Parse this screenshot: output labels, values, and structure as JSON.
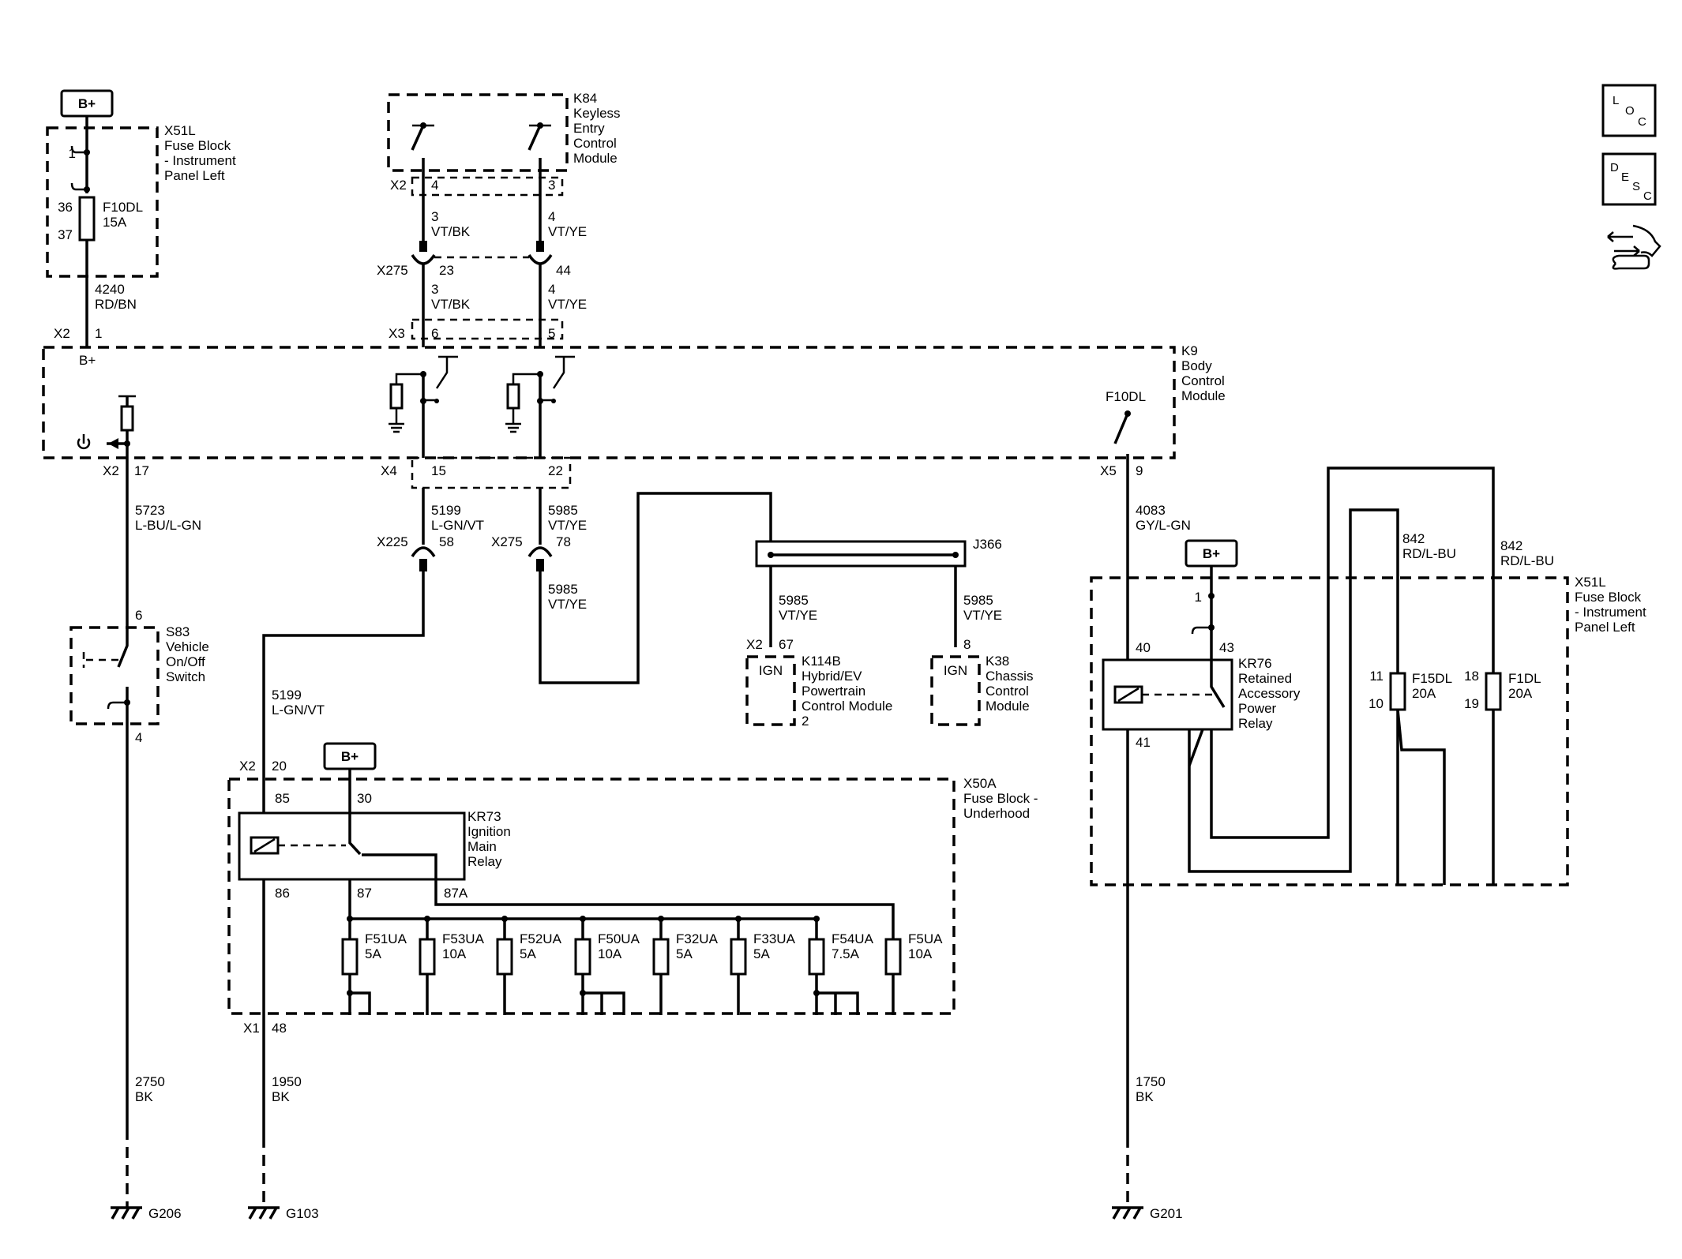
{
  "batt_label": "B+",
  "f10dl_label": "F10DL",
  "ground_label_206": "G206",
  "ground_label_103": "G103",
  "ground_label_201": "G201",
  "components": {
    "x51l_top": [
      "X51L",
      "Fuse Block",
      "- Instrument",
      "Panel Left"
    ],
    "x51l_right": [
      "X51L",
      "Fuse Block",
      "- Instrument",
      "Panel Left"
    ],
    "k84": [
      "K84",
      "Keyless",
      "Entry",
      "Control",
      "Module"
    ],
    "k9": [
      "K9",
      "Body",
      "Control",
      "Module"
    ],
    "s83": [
      "S83",
      "Vehicle",
      "On/Off",
      "Switch"
    ],
    "k114b": [
      "K114B",
      "Hybrid/EV",
      "Powertrain",
      "Control Module",
      "2"
    ],
    "k38": [
      "K38",
      "Chassis",
      "Control",
      "Module"
    ],
    "kr73": [
      "KR73",
      "Ignition",
      "Main",
      "Relay"
    ],
    "x50a": [
      "X50A",
      "Fuse Block -",
      "Underhood"
    ],
    "kr76": [
      "KR76",
      "Retained",
      "Accessory",
      "Power",
      "Relay"
    ],
    "j366": "J366",
    "ign": "IGN"
  },
  "fuses": {
    "f10dl_top": [
      "F10DL",
      "15A"
    ],
    "f15dl": [
      "F15DL",
      "20A"
    ],
    "f1dl": [
      "F1DL",
      "20A"
    ],
    "underhood": [
      [
        "F51UA",
        "5A"
      ],
      [
        "F53UA",
        "10A"
      ],
      [
        "F52UA",
        "5A"
      ],
      [
        "F50UA",
        "10A"
      ],
      [
        "F32UA",
        "5A"
      ],
      [
        "F33UA",
        "5A"
      ],
      [
        "F54UA",
        "7.5A"
      ],
      [
        "F5UA",
        "10A"
      ]
    ]
  },
  "wires": {
    "w4240": [
      "4240",
      "RD/BN"
    ],
    "w3_top": [
      "3",
      "VT/BK"
    ],
    "w4_top": [
      "4",
      "VT/YE"
    ],
    "w3_mid": [
      "3",
      "VT/BK"
    ],
    "w4_mid": [
      "4",
      "VT/YE"
    ],
    "w5723": [
      "5723",
      "L-BU/L-GN"
    ],
    "w5199_a": [
      "5199",
      "L-GN/VT"
    ],
    "w5985_a": [
      "5985",
      "VT/YE"
    ],
    "w5985_b": [
      "5985",
      "VT/YE"
    ],
    "w5985_c": [
      "5985",
      "VT/YE"
    ],
    "w5985_d": [
      "5985",
      "VT/YE"
    ],
    "w5199_b": [
      "5199",
      "L-GN/VT"
    ],
    "w4083": [
      "4083",
      "GY/L-GN"
    ],
    "w842_a": [
      "842",
      "RD/L-BU"
    ],
    "w842_b": [
      "842",
      "RD/L-BU"
    ],
    "w2750": [
      "2750",
      "BK"
    ],
    "w1950": [
      "1950",
      "BK"
    ],
    "w1750": [
      "1750",
      "BK"
    ]
  },
  "connectors": {
    "x2": "X2",
    "x3": "X3",
    "x4": "X4",
    "x5": "X5",
    "x1": "X1",
    "x275": "X275",
    "x225": "X225"
  },
  "pins": {
    "p1": "1",
    "p36": "36",
    "p37": "37",
    "k84_4": "4",
    "k84_3": "3",
    "x275_23": "23",
    "x275_44": "44",
    "x2_1": "1",
    "bp_pin": "B+",
    "x3_6": "6",
    "x3_5": "5",
    "x2_17": "17",
    "x4_15": "15",
    "x4_22": "22",
    "x5_9": "9",
    "x225_58": "58",
    "x275_78": "78",
    "s83_6": "6",
    "s83_4": "4",
    "k114_67": "67",
    "k38_8": "8",
    "x2_20": "20",
    "kr73_85": "85",
    "kr73_30": "30",
    "kr73_86": "86",
    "kr73_87": "87",
    "kr73_87a": "87A",
    "x1_48": "48",
    "r_1": "1",
    "kr76_40": "40",
    "kr76_43": "43",
    "kr76_41": "41",
    "p11": "11",
    "p10": "10",
    "p18": "18",
    "p19": "19"
  },
  "side_buttons": {
    "loc": [
      "L",
      "O",
      "C"
    ],
    "desc": [
      "D",
      "E",
      "S",
      "C"
    ]
  }
}
